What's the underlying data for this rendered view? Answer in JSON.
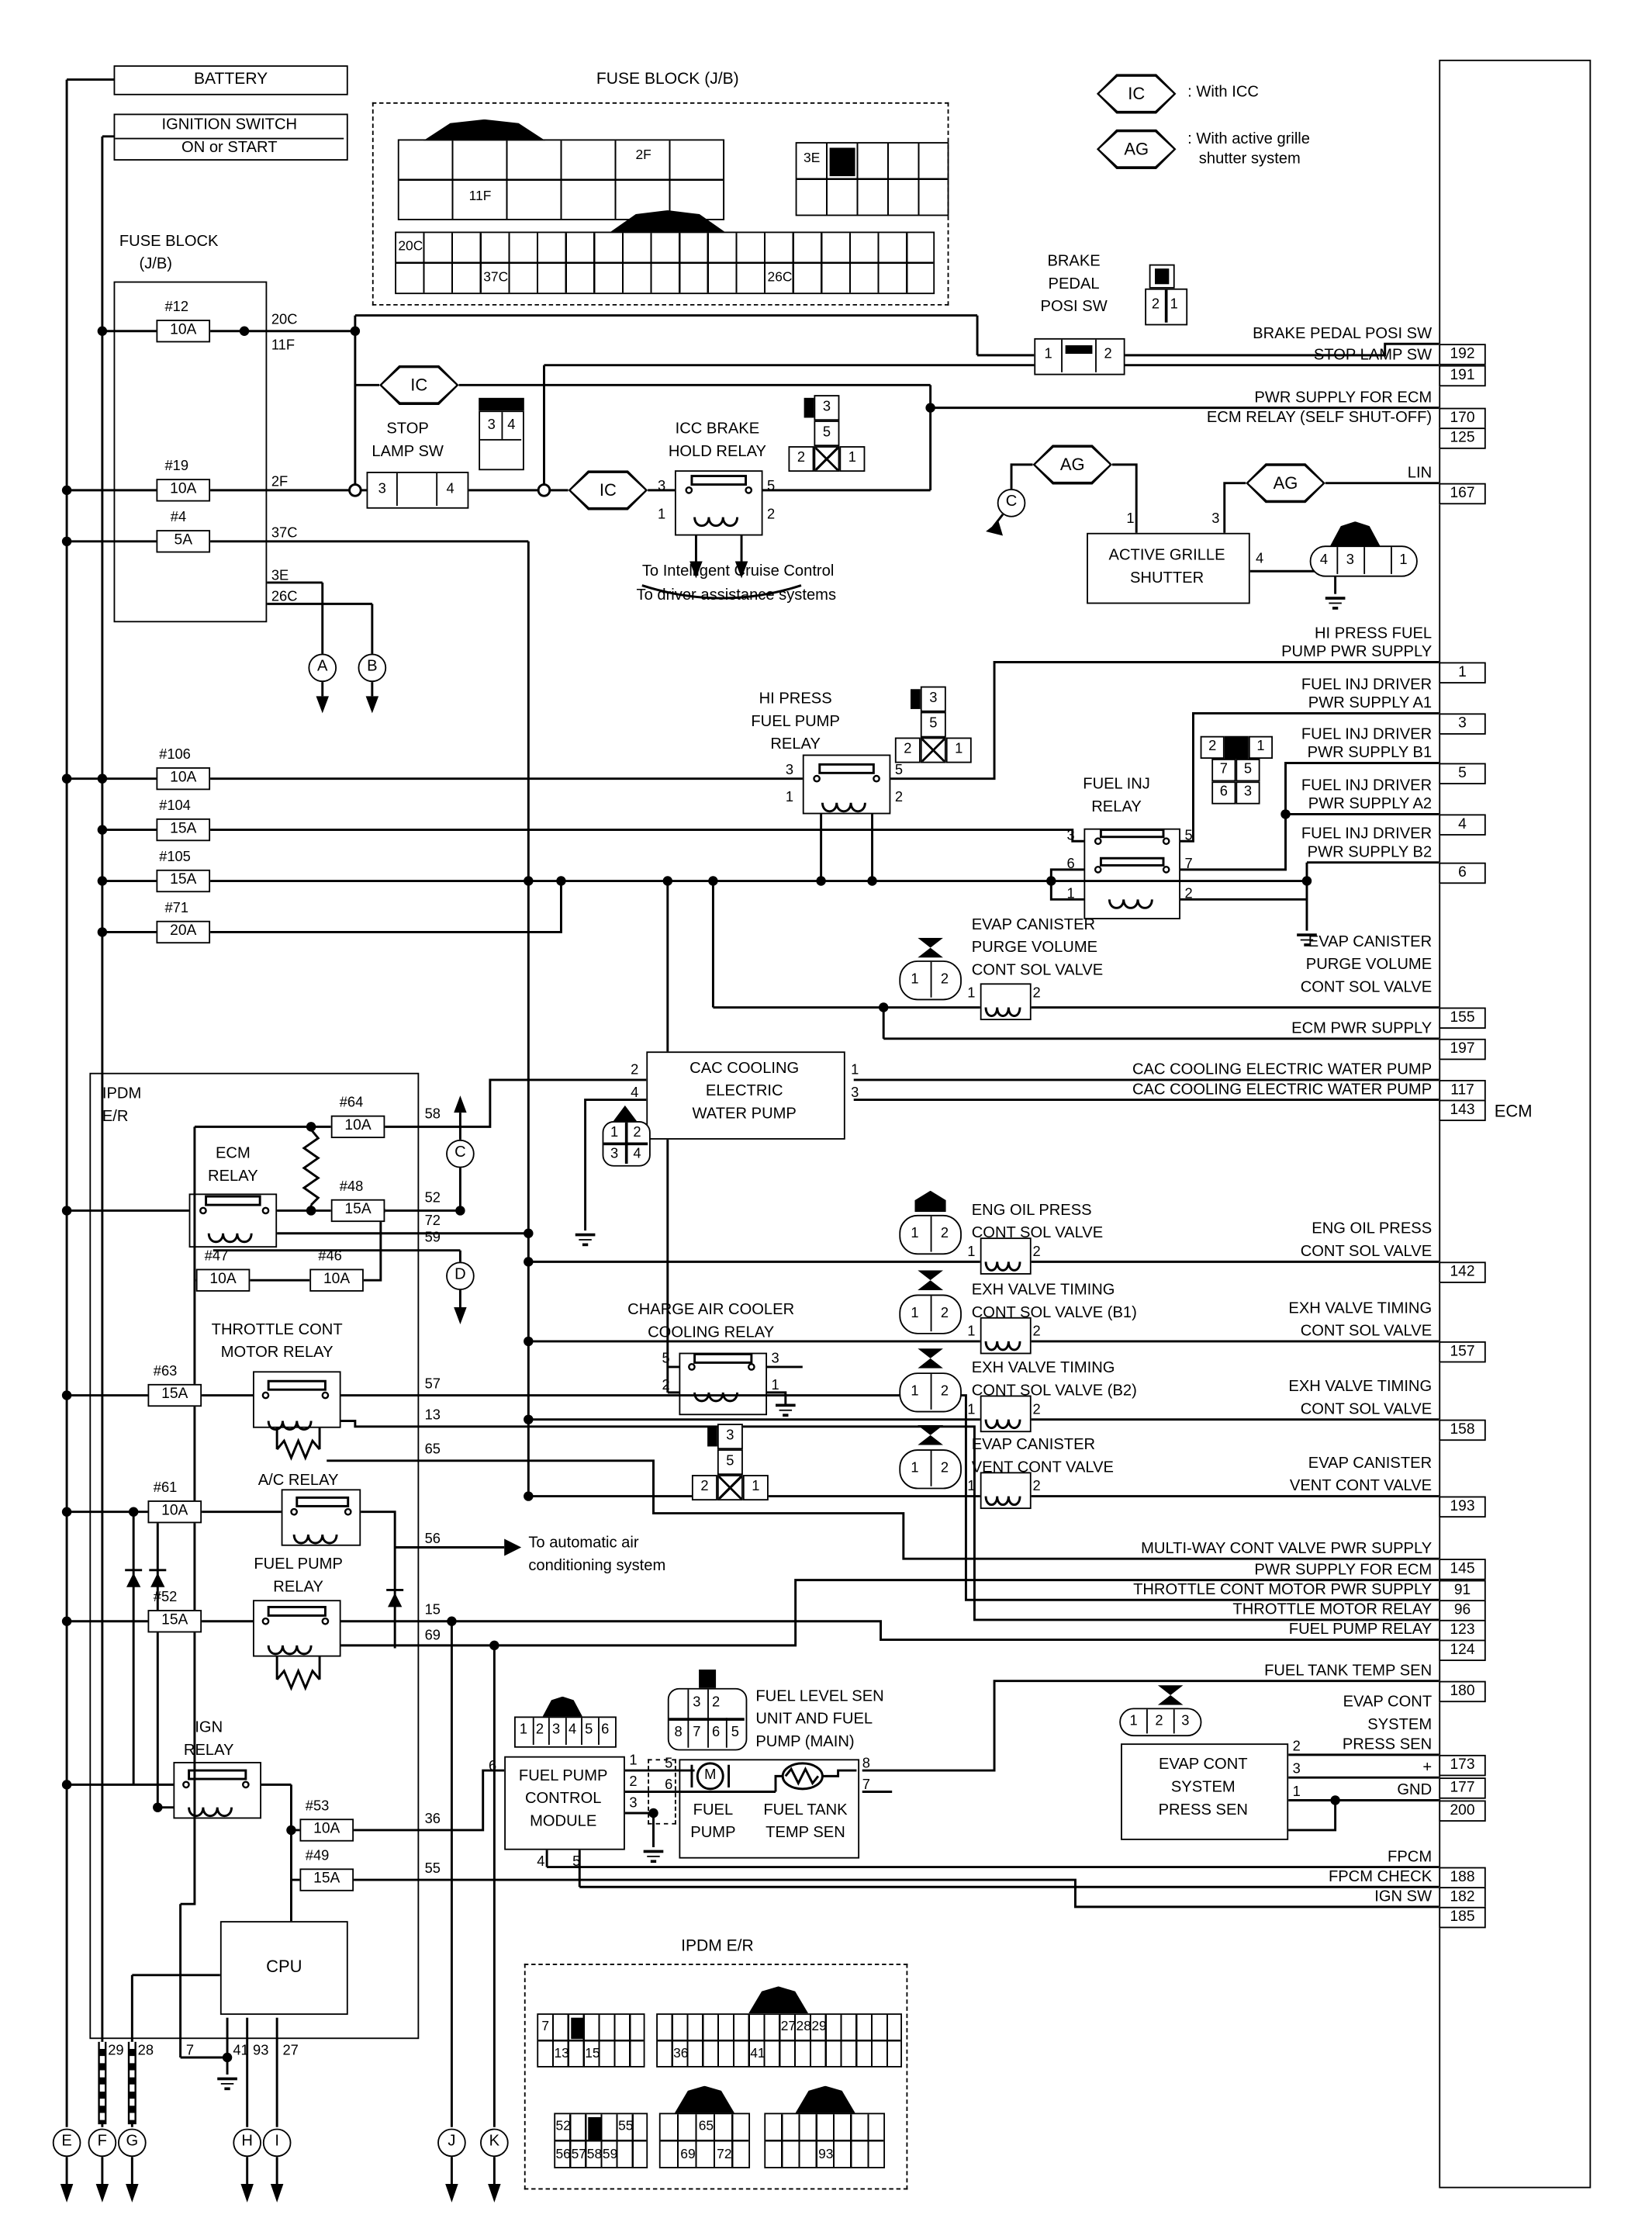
{
  "legend": {
    "ic": "IC",
    "ic_desc": ": With ICC",
    "ag": "AG",
    "ag_desc1": ": With active grille",
    "ag_desc2": "shutter system"
  },
  "battery": "BATTERY",
  "ignition": {
    "l1": "IGNITION SWITCH",
    "l2": "ON or START"
  },
  "jb_top": {
    "title": "FUSE BLOCK (J/B)",
    "g1_2f": "2F",
    "g1_11f": "11F",
    "g2_3e": "3E",
    "g3_20c": "20C",
    "g3_37c": "37C",
    "g3_26c": "26C"
  },
  "jb_left": {
    "t1": "FUSE BLOCK",
    "t2": "(J/B)",
    "f12": "#12",
    "f12a": "10A",
    "f19": "#19",
    "f19a": "10A",
    "f4": "#4",
    "f4a": "5A",
    "t20c": "20C",
    "t11f": "11F",
    "t2f": "2F",
    "t37c": "37C",
    "t3e": "3E",
    "t26c": "26C"
  },
  "bus_fuses": {
    "f106": "#106",
    "f106a": "10A",
    "f104": "#104",
    "f104a": "15A",
    "f105": "#105",
    "f105a": "15A",
    "f71": "#71",
    "f71a": "20A"
  },
  "letters": {
    "a": "A",
    "b": "B",
    "c": "C",
    "d": "D",
    "e": "E",
    "f": "F",
    "g": "G",
    "h": "H",
    "i": "I",
    "j": "J",
    "k": "K"
  },
  "stop_lamp": {
    "t1": "STOP",
    "t2": "LAMP SW",
    "p3": "3",
    "p4": "4",
    "c3": "3",
    "c4": "4"
  },
  "icc": {
    "t1": "ICC BRAKE",
    "t2": "HOLD RELAY",
    "p3": "3",
    "p5": "5",
    "p1": "1",
    "p2": "2",
    "c3": "3",
    "c5": "5",
    "c2": "2",
    "c1": "1",
    "note1": "To Intelligent Cruise Control",
    "note2": "To driver assistance systems"
  },
  "brake_pedal": {
    "t1": "BRAKE",
    "t2": "PEDAL",
    "t3": "POSI SW",
    "p1": "1",
    "p2": "2",
    "c2": "2",
    "c1": "1"
  },
  "ags": {
    "t1": "ACTIVE GRILLE",
    "t2": "SHUTTER",
    "p1": "1",
    "p3": "3",
    "p4": "4",
    "c4": "4",
    "c3": "3",
    "c1": "1"
  },
  "hp_relay": {
    "t1": "HI PRESS",
    "t2": "FUEL PUMP",
    "t3": "RELAY",
    "p3": "3",
    "p5": "5",
    "p1": "1",
    "p2": "2",
    "c3": "3",
    "c5": "5",
    "c2": "2",
    "c1": "1"
  },
  "fi_relay": {
    "t1": "FUEL INJ",
    "t2": "RELAY",
    "p3": "3",
    "p5": "5",
    "p6": "6",
    "p7": "7",
    "p1": "1",
    "p2": "2",
    "c2": "2",
    "c1": "1",
    "c7": "7",
    "c5": "5",
    "c6": "6",
    "c3": "3"
  },
  "evap_purge": {
    "t1": "EVAP CANISTER",
    "t2": "PURGE VOLUME",
    "t3": "CONT SOL VALVE",
    "p1": "1",
    "p2": "2",
    "c1": "1",
    "c2": "2"
  },
  "cac": {
    "t1": "CAC COOLING",
    "t2": "ELECTRIC",
    "t3": "WATER PUMP",
    "p2": "2",
    "p4": "4",
    "p1": "1",
    "p3": "3",
    "c1": "1",
    "c2": "2",
    "c3": "3",
    "c4": "4"
  },
  "ca_relay": {
    "t1": "CHARGE AIR COOLER",
    "t2": "COOLING RELAY",
    "p5": "5",
    "p3": "3",
    "p2": "2",
    "p1": "1",
    "c3": "3",
    "c5": "5",
    "c2": "2",
    "c1": "1"
  },
  "sol_eng": {
    "t1": "ENG OIL PRESS",
    "t2": "CONT SOL VALVE",
    "p1": "1",
    "p2": "2",
    "c1": "1",
    "c2": "2"
  },
  "sol_b1": {
    "t1": "EXH VALVE TIMING",
    "t2": "CONT SOL VALVE (B1)",
    "p1": "1",
    "p2": "2",
    "c1": "1",
    "c2": "2"
  },
  "sol_b2": {
    "t1": "EXH VALVE TIMING",
    "t2": "CONT SOL VALVE (B2)",
    "p1": "1",
    "p2": "2",
    "c1": "1",
    "c2": "2"
  },
  "sol_vent": {
    "t1": "EVAP CANISTER",
    "t2": "VENT CONT VALVE",
    "p1": "1",
    "p2": "2",
    "c1": "1",
    "c2": "2"
  },
  "ac_note": {
    "l1": "To automatic air",
    "l2": "conditioning system"
  },
  "ipdm": {
    "t1": "IPDM",
    "t2": "E/R",
    "ecm1": "ECM",
    "ecm2": "RELAY",
    "f64": "#64",
    "f64a": "10A",
    "f48": "#48",
    "f48a": "15A",
    "f47": "#47",
    "f47a": "10A",
    "f46": "#46",
    "f46a": "10A",
    "tcm1": "THROTTLE CONT",
    "tcm2": "MOTOR RELAY",
    "f63": "#63",
    "f63a": "15A",
    "ac": "A/C RELAY",
    "f61": "#61",
    "f61a": "10A",
    "fp1": "FUEL PUMP",
    "fp2": "RELAY",
    "f52": "#52",
    "f52a": "15A",
    "ign1": "IGN",
    "ign2": "RELAY",
    "f53": "#53",
    "f53a": "10A",
    "f49": "#49",
    "f49a": "15A",
    "cpu": "CPU",
    "n58": "58",
    "n52": "52",
    "n72": "72",
    "n59": "59",
    "n57": "57",
    "n13": "13",
    "n65": "65",
    "n56": "56",
    "n15": "15",
    "n69": "69",
    "n36": "36",
    "n55": "55",
    "b29": "29",
    "b28": "28",
    "b7": "7",
    "b41": "41",
    "b93": "93",
    "b27": "27"
  },
  "fpcm": {
    "t1": "FUEL PUMP",
    "t2": "CONTROL",
    "t3": "MODULE",
    "c1": "1",
    "c2": "2",
    "c3": "3",
    "c4": "4",
    "c5": "5",
    "c6": "6",
    "p6": "6",
    "p1": "1",
    "p2": "2",
    "p3": "3",
    "p4": "4",
    "p5": "5"
  },
  "flu": {
    "t1": "FUEL LEVEL SEN",
    "t2": "UNIT AND FUEL",
    "t3": "PUMP (MAIN)",
    "m": "M",
    "fp1": "FUEL",
    "fp2": "PUMP",
    "ft1": "FUEL TANK",
    "ft2": "TEMP SEN",
    "p5": "5",
    "p6": "6",
    "p8": "8",
    "p7": "7",
    "c3": "3",
    "c2": "2",
    "c8": "8",
    "c7": "7",
    "c6": "6",
    "c5": "5"
  },
  "eps": {
    "t1": "EVAP CONT",
    "t2": "SYSTEM",
    "t3": "PRESS SEN",
    "h1": "EVAP CONT",
    "h2": "SYSTEM",
    "c1": "1",
    "c2": "2",
    "c3": "3",
    "p2": "2",
    "p3": "3",
    "p1": "1"
  },
  "ecm": {
    "name": "ECM",
    "pins": [
      {
        "l1": "BRAKE PEDAL POSI SW",
        "n": "192"
      },
      {
        "l1": "STOP LAMP SW",
        "n": "191"
      },
      {
        "l1": "PWR SUPPLY FOR ECM",
        "n": "170"
      },
      {
        "l1": "ECM RELAY (SELF SHUT-OFF)",
        "n": "125"
      },
      {
        "l1": "LIN",
        "n": "167"
      },
      {
        "l1": "HI PRESS FUEL",
        "l2": "PUMP PWR SUPPLY",
        "n": "1"
      },
      {
        "l1": "FUEL INJ DRIVER",
        "l2": "PWR SUPPLY A1",
        "n": "3"
      },
      {
        "l1": "FUEL INJ DRIVER",
        "l2": "PWR SUPPLY B1",
        "n": "5"
      },
      {
        "l1": "FUEL INJ DRIVER",
        "l2": "PWR SUPPLY A2",
        "n": "4"
      },
      {
        "l1": "FUEL INJ DRIVER",
        "l2": "PWR SUPPLY B2",
        "n": "6"
      },
      {
        "l1": "EVAP CANISTER",
        "l2": "PURGE VOLUME",
        "l3": "CONT SOL VALVE",
        "n": "155"
      },
      {
        "l1": "ECM PWR SUPPLY",
        "n": "197"
      },
      {
        "l1": "CAC COOLING ELECTRIC WATER PUMP",
        "n": "117"
      },
      {
        "l1": "CAC COOLING ELECTRIC WATER PUMP",
        "n": "143"
      },
      {
        "l1": "ENG OIL PRESS",
        "l2": "CONT SOL VALVE",
        "n": "142"
      },
      {
        "l1": "EXH VALVE TIMING",
        "l2": "CONT SOL VALVE",
        "n": "157"
      },
      {
        "l1": "EXH VALVE TIMING",
        "l2": "CONT SOL VALVE",
        "n": "158"
      },
      {
        "l1": "EVAP CANISTER",
        "l2": "VENT CONT VALVE",
        "n": "193"
      },
      {
        "l1": "MULTI-WAY CONT VALVE PWR SUPPLY",
        "n": "145"
      },
      {
        "l1": "PWR SUPPLY FOR ECM",
        "n": "91"
      },
      {
        "l1": "THROTTLE CONT MOTOR PWR SUPPLY",
        "n": "96"
      },
      {
        "l1": "THROTTLE MOTOR RELAY",
        "n": "123"
      },
      {
        "l1": "FUEL PUMP RELAY",
        "n": "124"
      },
      {
        "l1": "FUEL TANK TEMP SEN",
        "n": "180"
      },
      {
        "l1": "PRESS SEN",
        "n": "173"
      },
      {
        "l1": "+",
        "n": "177"
      },
      {
        "l1": "GND",
        "n": "200"
      },
      {
        "l1": "FPCM",
        "n": "188"
      },
      {
        "l1": "FPCM CHECK",
        "n": "182"
      },
      {
        "l1": "IGN SW",
        "n": "185"
      }
    ]
  },
  "ipdm_bottom": {
    "title": "IPDM E/R",
    "a7": "7",
    "a13": "13",
    "a15": "15",
    "b27": "27",
    "b28": "28",
    "b29": "29",
    "b36": "36",
    "b41": "41",
    "c52": "52",
    "c55": "55",
    "c56": "56",
    "c57": "57",
    "c58": "58",
    "c59": "59",
    "d65": "65",
    "d69": "69",
    "d72": "72",
    "e93": "93"
  }
}
